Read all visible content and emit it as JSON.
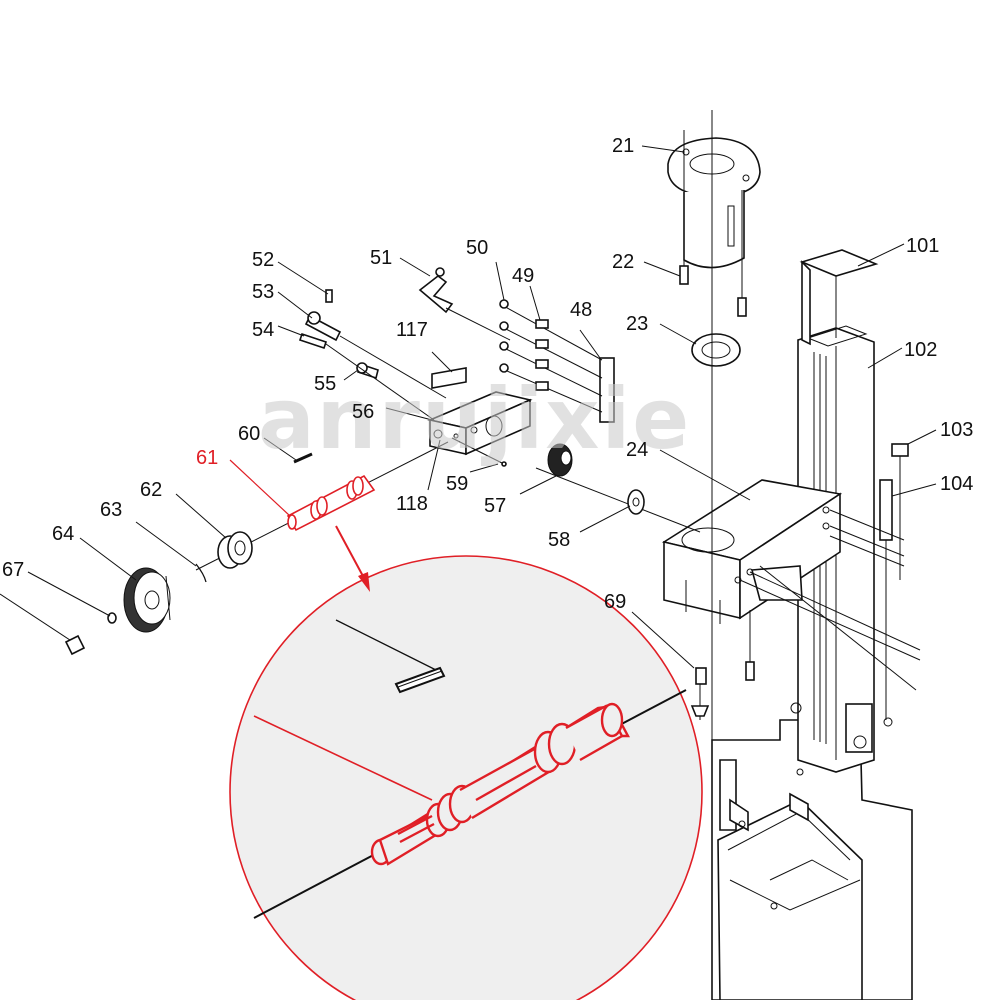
{
  "diagram": {
    "callouts": [
      {
        "id": "21",
        "label": "21"
      },
      {
        "id": "22",
        "label": "22"
      },
      {
        "id": "23",
        "label": "23"
      },
      {
        "id": "24",
        "label": "24"
      },
      {
        "id": "48",
        "label": "48"
      },
      {
        "id": "49",
        "label": "49"
      },
      {
        "id": "50",
        "label": "50"
      },
      {
        "id": "51",
        "label": "51"
      },
      {
        "id": "52",
        "label": "52"
      },
      {
        "id": "53",
        "label": "53"
      },
      {
        "id": "54",
        "label": "54"
      },
      {
        "id": "55",
        "label": "55"
      },
      {
        "id": "56",
        "label": "56"
      },
      {
        "id": "57",
        "label": "57"
      },
      {
        "id": "58",
        "label": "58"
      },
      {
        "id": "59",
        "label": "59"
      },
      {
        "id": "60",
        "label": "60"
      },
      {
        "id": "61",
        "label": "61"
      },
      {
        "id": "62",
        "label": "62"
      },
      {
        "id": "63",
        "label": "63"
      },
      {
        "id": "64",
        "label": "64"
      },
      {
        "id": "67",
        "label": "67"
      },
      {
        "id": "69",
        "label": "69"
      },
      {
        "id": "101",
        "label": "101"
      },
      {
        "id": "102",
        "label": "102"
      },
      {
        "id": "103",
        "label": "103"
      },
      {
        "id": "104",
        "label": "104"
      },
      {
        "id": "117",
        "label": "117"
      },
      {
        "id": "118",
        "label": "118"
      }
    ],
    "highlighted_part": "61",
    "watermark": "anrujixie",
    "colors": {
      "highlight": "#e01f26",
      "ink": "#111111",
      "zoom_background": "#efefef",
      "watermark": "#c9c9c9"
    }
  }
}
